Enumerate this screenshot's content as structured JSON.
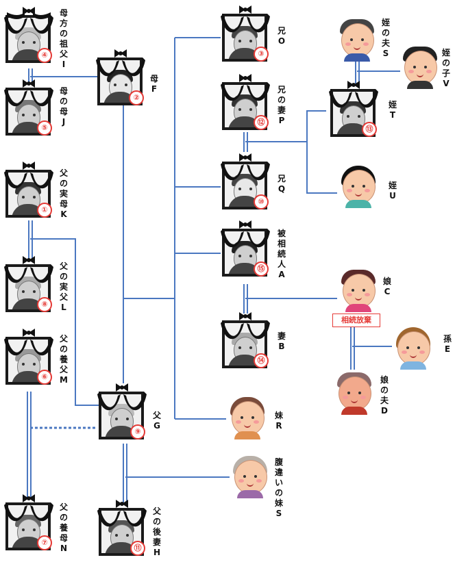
{
  "persons": {
    "grandmother_I": {
      "label": "母方の祖父I",
      "number": "④"
    },
    "mother_F": {
      "label": "母F",
      "number": "②"
    },
    "mother_mother_J": {
      "label": "母の母J",
      "number": "⑤"
    },
    "father_birthmother_K": {
      "label": "父の実母K",
      "number": "①"
    },
    "father_birthfather_L": {
      "label": "父の実父L",
      "number": "⑧"
    },
    "father_adoptfather_M": {
      "label": "父の養父M",
      "number": "⑥"
    },
    "father_adoptmother_N": {
      "label": "父の養母N",
      "number": "⑦"
    },
    "father_G": {
      "label": "父G",
      "number": "⑨"
    },
    "father_secondwife_H": {
      "label": "父の後妻H",
      "number": "⑪"
    },
    "brother_O": {
      "label": "兄O",
      "number": "③"
    },
    "brother_wife_P": {
      "label": "兄の妻P",
      "number": "⑫"
    },
    "brother_Q": {
      "label": "兄Q",
      "number": "⑩"
    },
    "decedent_A": {
      "label": "被相続人A",
      "number": "⑮"
    },
    "wife_B": {
      "label": "妻B",
      "number": "⑭"
    },
    "niece_T": {
      "label": "姪T",
      "number": "⑬"
    },
    "niece_husband_S": {
      "label": "姪の夫S"
    },
    "niece_child_V": {
      "label": "姪の子V"
    },
    "niece_U": {
      "label": "姪U"
    },
    "daughter_C": {
      "label": "娘C"
    },
    "grandchild_E": {
      "label": "孫E"
    },
    "daughter_husband_D": {
      "label": "娘の夫D"
    },
    "sister_R": {
      "label": "妹R"
    },
    "halfsister_S": {
      "label": "腹違いの妹S"
    }
  },
  "renounce_badge": "相続放棄",
  "colors": {
    "line": "#4a77c0",
    "badge": "#e53935"
  }
}
